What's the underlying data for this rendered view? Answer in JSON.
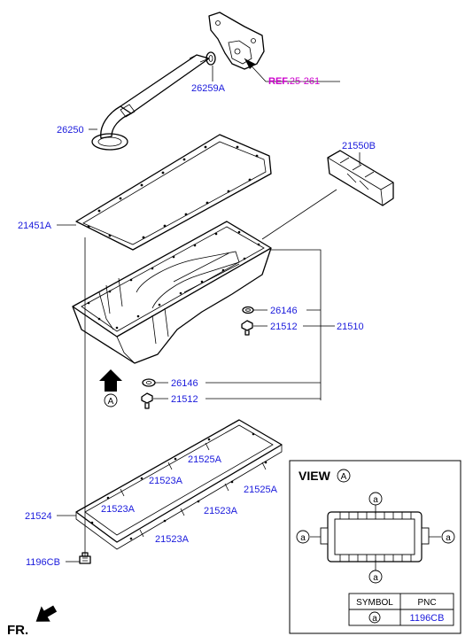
{
  "labels": {
    "ref": "REF.",
    "ref_num": "25-261",
    "p26259A": "26259A",
    "p26250": "26250",
    "p21550B": "21550B",
    "p21451A": "21451A",
    "p26146_top": "26146",
    "p21512_top": "21512",
    "p21510": "21510",
    "p26146_bot": "26146",
    "p21512_bot": "21512",
    "view_marker": "A",
    "p21525A_1": "21525A",
    "p21523A_1": "21523A",
    "p21525A_2": "21525A",
    "p21523A_2": "21523A",
    "p21523A_3": "21523A",
    "p21524": "21524",
    "p21523A_4": "21523A",
    "p1196CB": "1196CB",
    "fr": "FR."
  },
  "view_box": {
    "title": "VIEW",
    "circle_letter": "A",
    "callout_letter": "a",
    "table": {
      "headers": [
        "SYMBOL",
        "PNC"
      ],
      "rows": [
        [
          "a",
          "1196CB"
        ]
      ]
    }
  },
  "colors": {
    "part_number": "#1a1adc",
    "reference": "#cc00cc",
    "line": "#000000"
  }
}
